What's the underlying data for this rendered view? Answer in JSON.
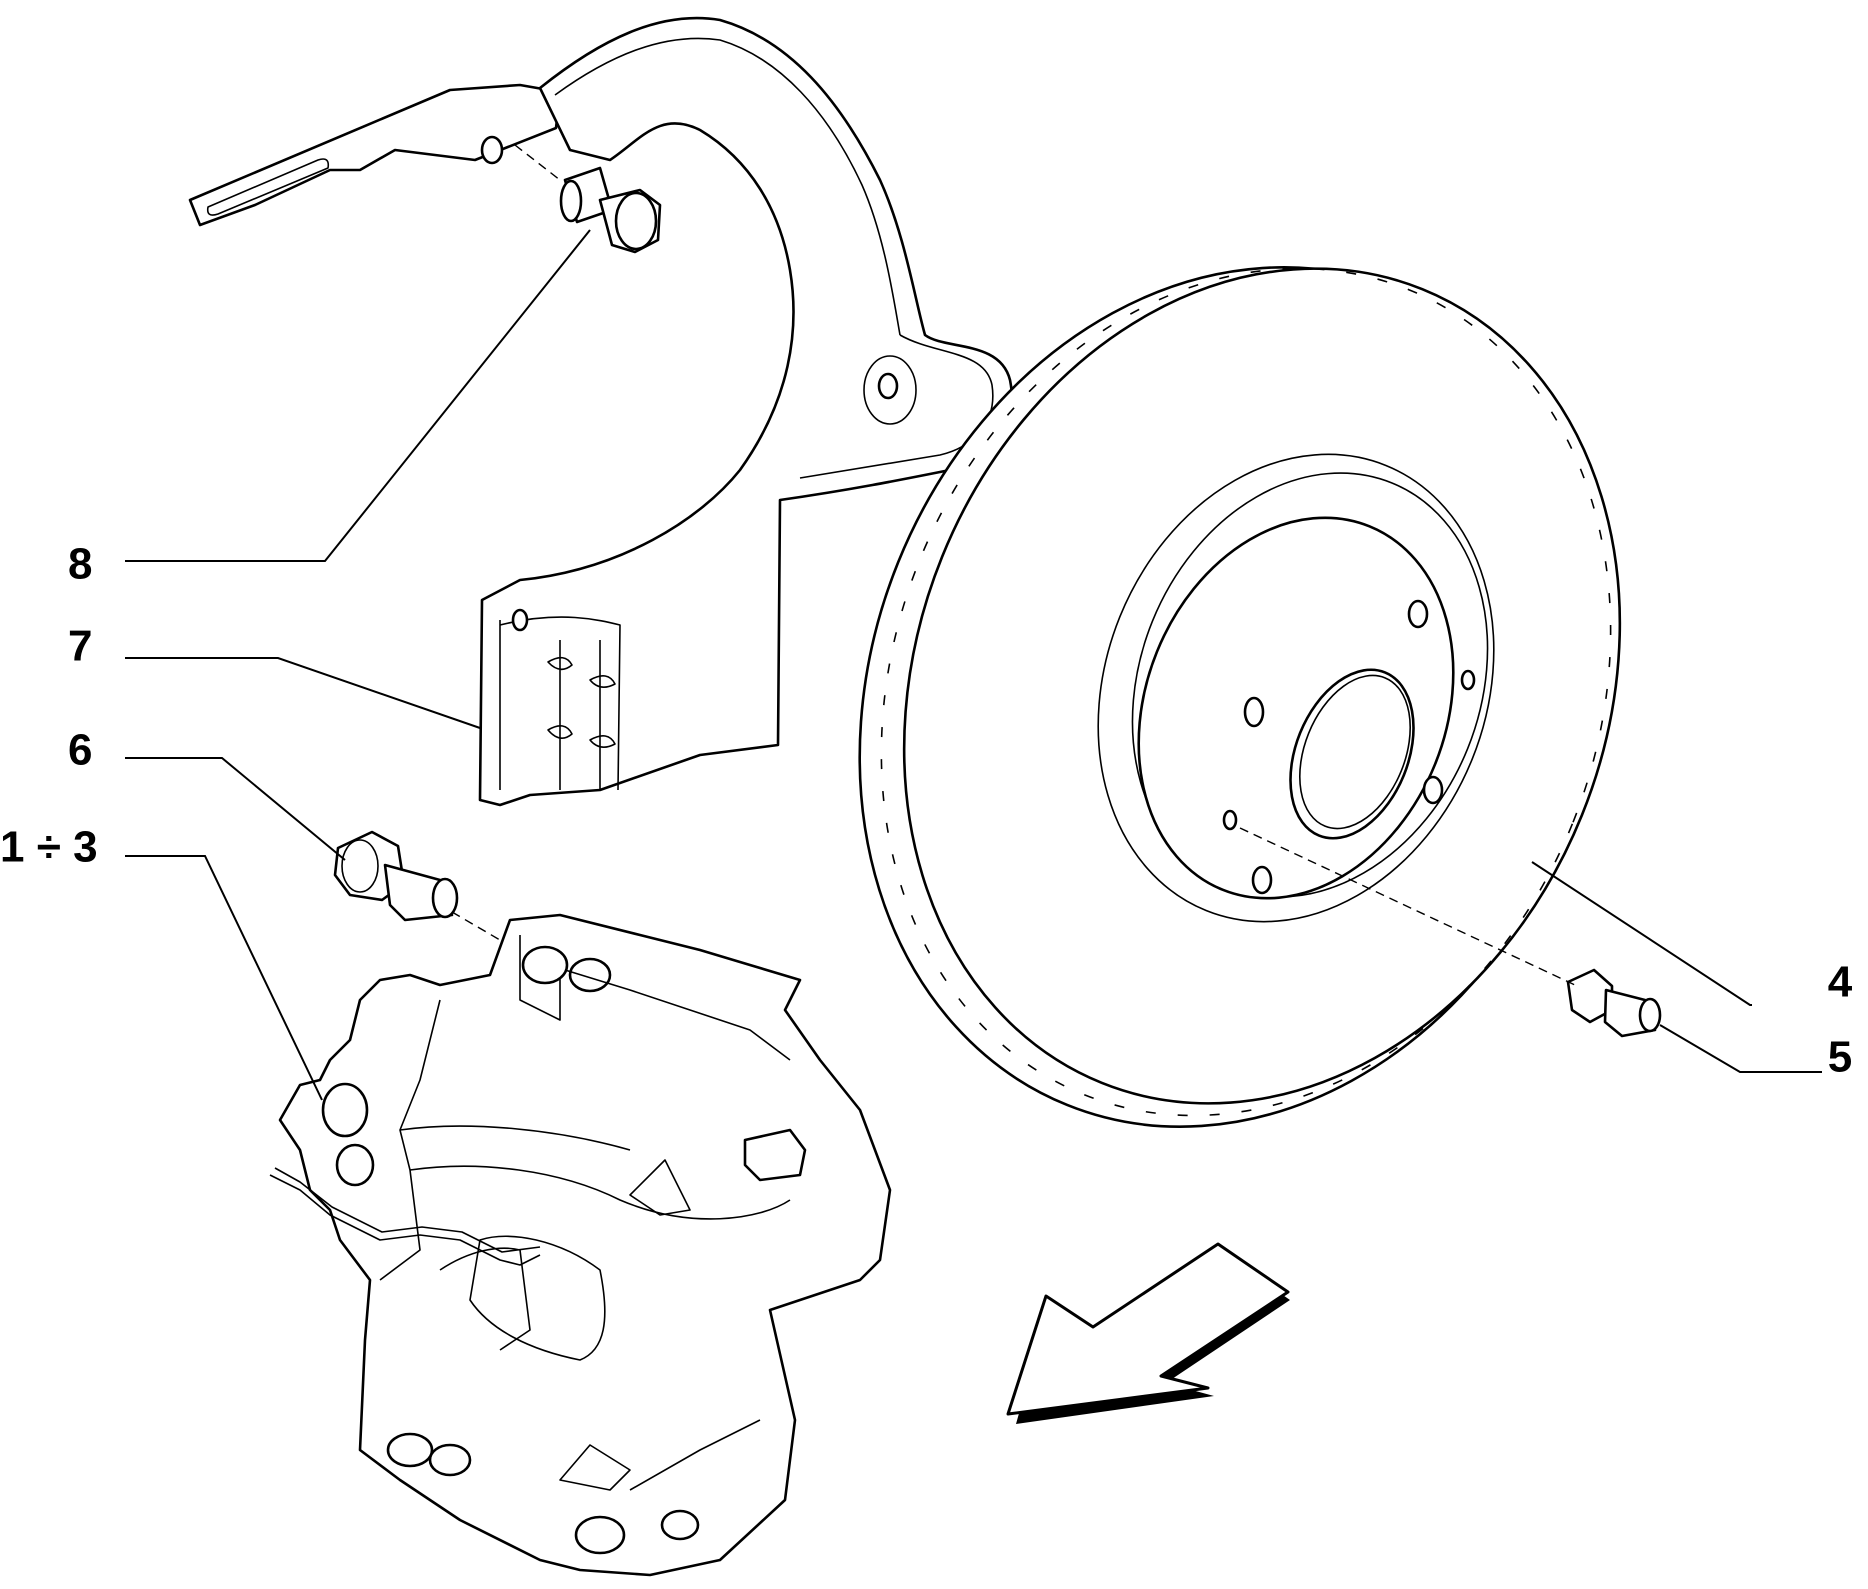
{
  "colors": {
    "background": "#ffffff",
    "ink": "#000000"
  },
  "callouts": [
    {
      "id": "label-8",
      "text": "8"
    },
    {
      "id": "label-7",
      "text": "7"
    },
    {
      "id": "label-6",
      "text": "6"
    },
    {
      "id": "label-1-3",
      "text": "1 ÷ 3"
    },
    {
      "id": "label-4",
      "text": "4"
    },
    {
      "id": "label-5",
      "text": "5"
    }
  ]
}
